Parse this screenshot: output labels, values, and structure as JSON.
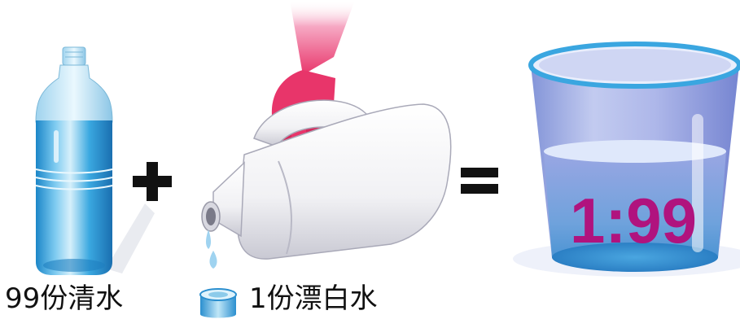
{
  "labels": {
    "water_portion": "99份清水",
    "bleach_portion": "1份漂白水"
  },
  "operators": {
    "plus": "+",
    "equals": "="
  },
  "bucket": {
    "ratio": "1:99"
  },
  "colors": {
    "water_blue": "#2a9ed8",
    "bottle_light": "#bfe6f7",
    "bleach_bottle": "#ffffff",
    "hand_pink": "#e8356a",
    "ratio_magenta": "#b0137e",
    "bucket_rim": "#3aa6e0"
  },
  "icons": {
    "water_bottle": "water-bottle-icon",
    "bleach_bottle": "bleach-bottle-icon",
    "hand": "hand-icon",
    "bucket": "bucket-icon",
    "measuring_cap": "measuring-cap-icon"
  }
}
